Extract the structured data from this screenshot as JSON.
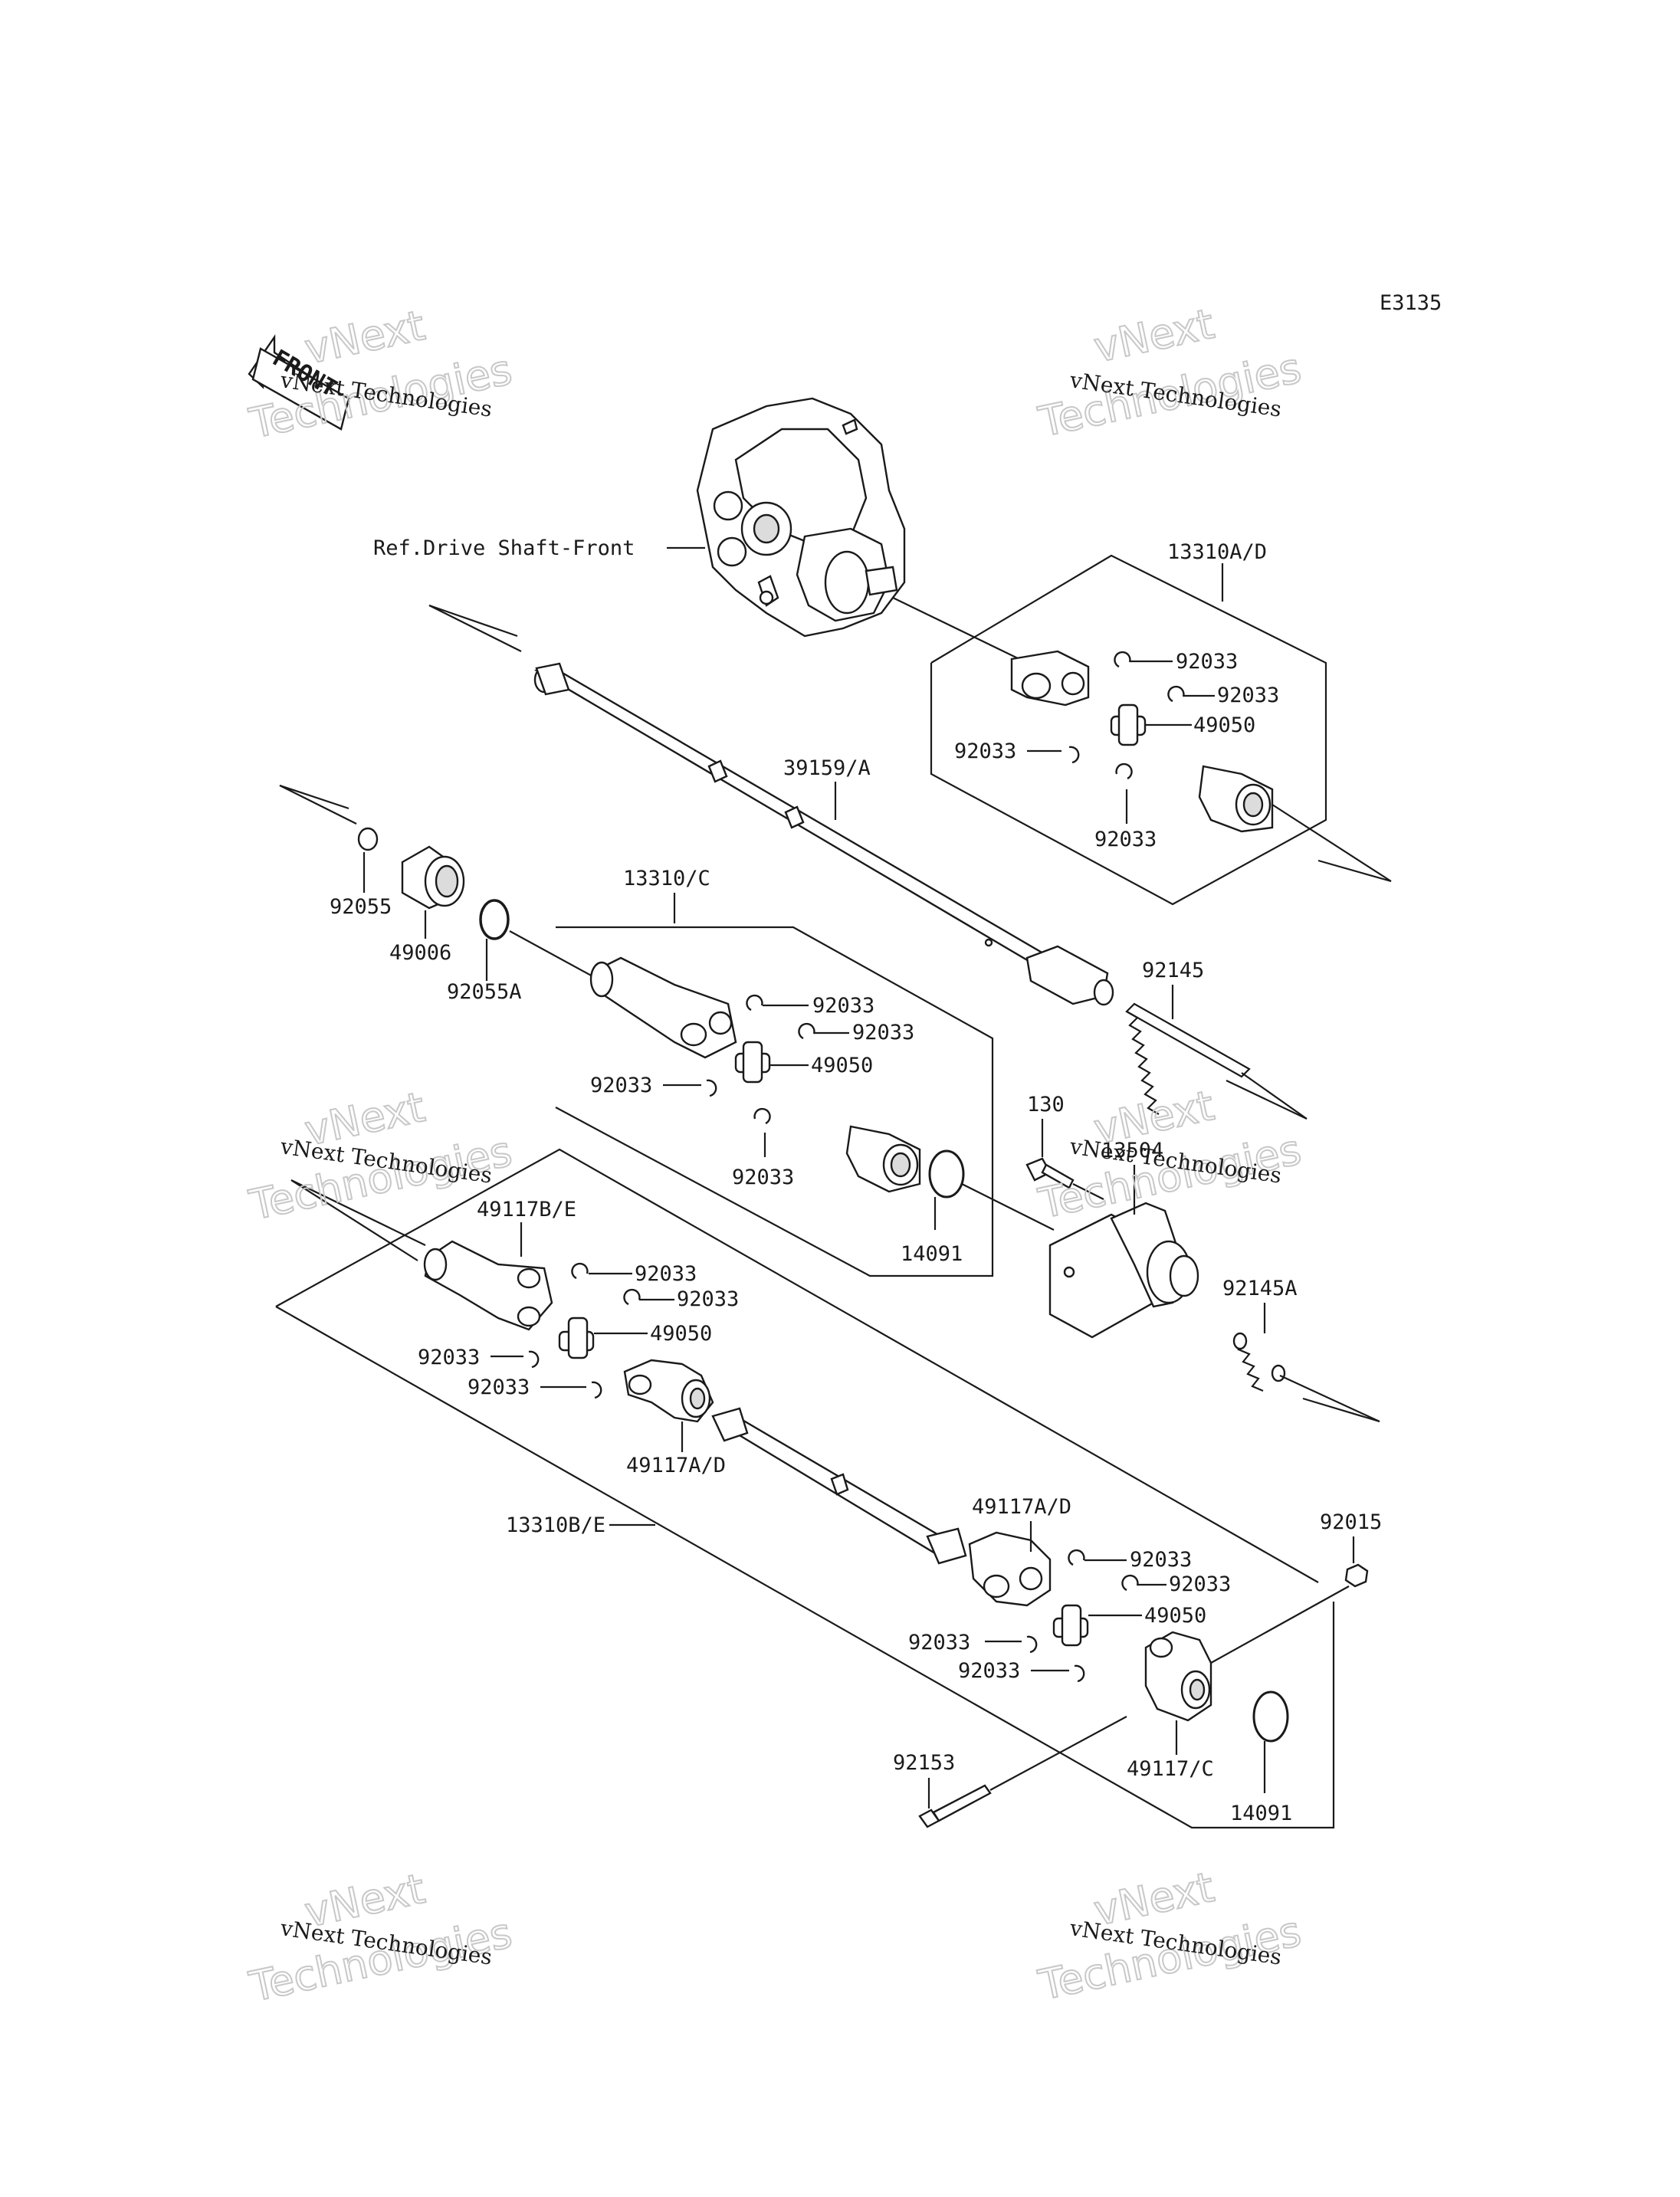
{
  "diagram": {
    "code": "E3135",
    "front_label": "FRONT",
    "ref_label": "Ref.Drive Shaft-Front",
    "watermarks": {
      "top_left": {
        "line1": "vNext Technologies",
        "line2": "vNext",
        "line3": "Technologies"
      },
      "top_right": {
        "line1": "vNext Technologies",
        "line2": "vNext",
        "line3": "Technologies"
      },
      "mid_left": {
        "line1": "vNext Technologies",
        "line2": "vNext",
        "line3": "Technologies"
      },
      "mid_right": {
        "line1": "vNext Technologies",
        "line2": "vNext",
        "line3": "Technologies"
      },
      "bottom_left": {
        "line1": "vNext Technologies",
        "line2": "vNext",
        "line3": "Technologies"
      },
      "bottom_right": {
        "line1": "vNext Technologies",
        "line2": "vNext",
        "line3": "Technologies"
      }
    },
    "labels": {
      "p13310AD": "13310A/D",
      "p92033_a1": "92033",
      "p92033_a2": "92033",
      "p49050_a": "49050",
      "p92033_a3": "92033",
      "p92033_a4": "92033",
      "p39159A": "39159/A",
      "p92055": "92055",
      "p49006": "49006",
      "p92055A": "92055A",
      "p13310C": "13310/C",
      "p92033_c1": "92033",
      "p92033_c2": "92033",
      "p49050_c": "49050",
      "p92033_c3": "92033",
      "p92033_c4": "92033",
      "p14091_c": "14091",
      "p92145": "92145",
      "p130": "130",
      "p13504": "13504",
      "p92145A": "92145A",
      "p49117BE": "49117B/E",
      "p92033_b1": "92033",
      "p92033_b2": "92033",
      "p49050_b": "49050",
      "p92033_b3": "92033",
      "p92033_b4": "92033",
      "p49117AD_1": "49117A/D",
      "p13310BE": "13310B/E",
      "p49117AD_2": "49117A/D",
      "p92033_d1": "92033",
      "p92033_d2": "92033",
      "p49050_d": "49050",
      "p92033_d3": "92033",
      "p92033_d4": "92033",
      "p92015": "92015",
      "p92153": "92153",
      "p49117C": "49117/C",
      "p14091_d": "14091"
    }
  }
}
